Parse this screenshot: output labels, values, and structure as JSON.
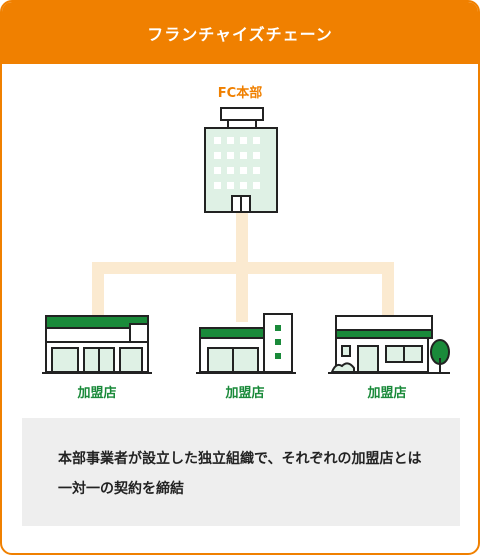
{
  "header": {
    "title": "フランチャイズチェーン"
  },
  "hq": {
    "label": "FC本部"
  },
  "stores": [
    {
      "label": "加盟店"
    },
    {
      "label": "加盟店"
    },
    {
      "label": "加盟店"
    }
  ],
  "description": {
    "text": "本部事業者が設立した独立組織で、それぞれの加盟店とは一対一の契約を締結"
  },
  "colors": {
    "accent": "#f08000",
    "green": "#1a8a3a",
    "line": "#fbead0"
  }
}
